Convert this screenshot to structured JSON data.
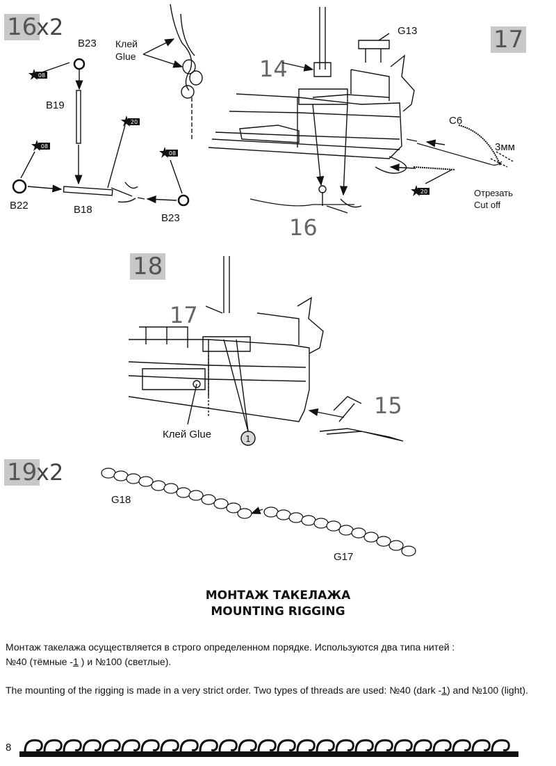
{
  "step16": {
    "number": "16",
    "mult": "x2"
  },
  "step17": {
    "number": "17"
  },
  "step18": {
    "number": "18"
  },
  "step19": {
    "number": "19",
    "mult": "x2"
  },
  "parts": {
    "b23_top": "B23",
    "b19": "B19",
    "b22": "B22",
    "b18": "B18",
    "b23_bottom": "B23",
    "g13": "G13",
    "c6": "C6",
    "g18": "G18",
    "g17": "G17"
  },
  "glue_top": {
    "ru": "Клей",
    "en": "Glue"
  },
  "glue_mid": "Клей Glue",
  "cut": {
    "ru": "Отрезать",
    "en": "Cut off",
    "len": "3мм"
  },
  "ref_labels": {
    "r14": "14",
    "r16": "16",
    "r17": "17",
    "r15": "15",
    "thread1": "1"
  },
  "stars": {
    "s08": "08",
    "s20": "20"
  },
  "heading": {
    "ru": "МОНТАЖ ТАКЕЛАЖА",
    "en": "MOUNTING RIGGING"
  },
  "text_ru_a": "Монтаж такелажа осуществляется в строго определенном порядке.  Используются два типа нитей :",
  "text_ru_b1": " №40 (тёмные -",
  "text_ru_b2": "1",
  "text_ru_b3": " ) и №100 (светлые).",
  "text_en_a": "The mounting of the rigging is made in a very strict order. Two types of threads are used: №40 (dark -",
  "text_en_b": "1",
  "text_en_c": ") and №100 (light).",
  "page_number": "8",
  "colors": {
    "stepbox": "#c8c8c8",
    "ink": "#111111"
  }
}
